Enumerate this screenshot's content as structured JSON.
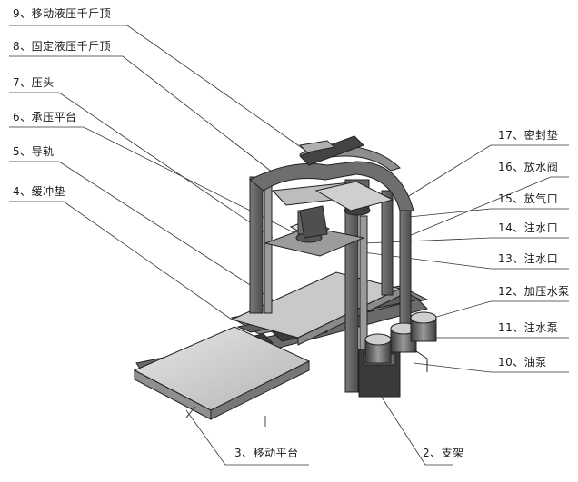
{
  "labels": {
    "l9": "9、移动液压千斤顶",
    "l8": "8、固定液压千斤顶",
    "l7": "7、压头",
    "l6": "6、承压平台",
    "l5": "5、导轨",
    "l4": "4、缓冲垫",
    "l3": "3、移动平台",
    "l2": "2、支架",
    "l17": "17、密封垫",
    "l16": "16、放水阀",
    "l15": "15、放气口",
    "l14": "14、注水口",
    "l13": "13、注水口",
    "l12": "12、加压水泵",
    "l11": "11、注水泵",
    "l10": "10、油泵"
  },
  "colors": {
    "ink": "#1a1a1a",
    "metal_light": "#d8d8d8",
    "metal_mid": "#a9a9a9",
    "metal_dark": "#6b6b6b",
    "leader": "#333333"
  }
}
